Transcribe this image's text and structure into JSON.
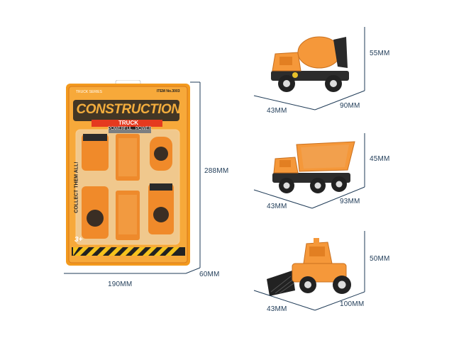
{
  "package": {
    "brand_tag": "TRUCK SERIES",
    "item_no": "ITEM No.3003",
    "title": "CONSTRUCTION",
    "subtitle": "TRUCK",
    "tagline": "POWERFUL   POWER",
    "side_text": "COLLECT THEM ALL!",
    "age_badge": "3+",
    "dimensions": {
      "height": "288MM",
      "width": "190MM",
      "depth": "60MM"
    }
  },
  "vehicles": [
    {
      "type": "cement-mixer",
      "width": "43MM",
      "length": "90MM",
      "height": "55MM"
    },
    {
      "type": "dump-truck",
      "width": "43MM",
      "length": "93MM",
      "height": "45MM"
    },
    {
      "type": "bulldozer",
      "width": "43MM",
      "length": "100MM",
      "height": "50MM"
    }
  ],
  "colors": {
    "package_orange": "#f39a1e",
    "toy_orange": "#f5983a",
    "blister": "#e9eef2",
    "dimension_lines": "#1f3b57"
  }
}
